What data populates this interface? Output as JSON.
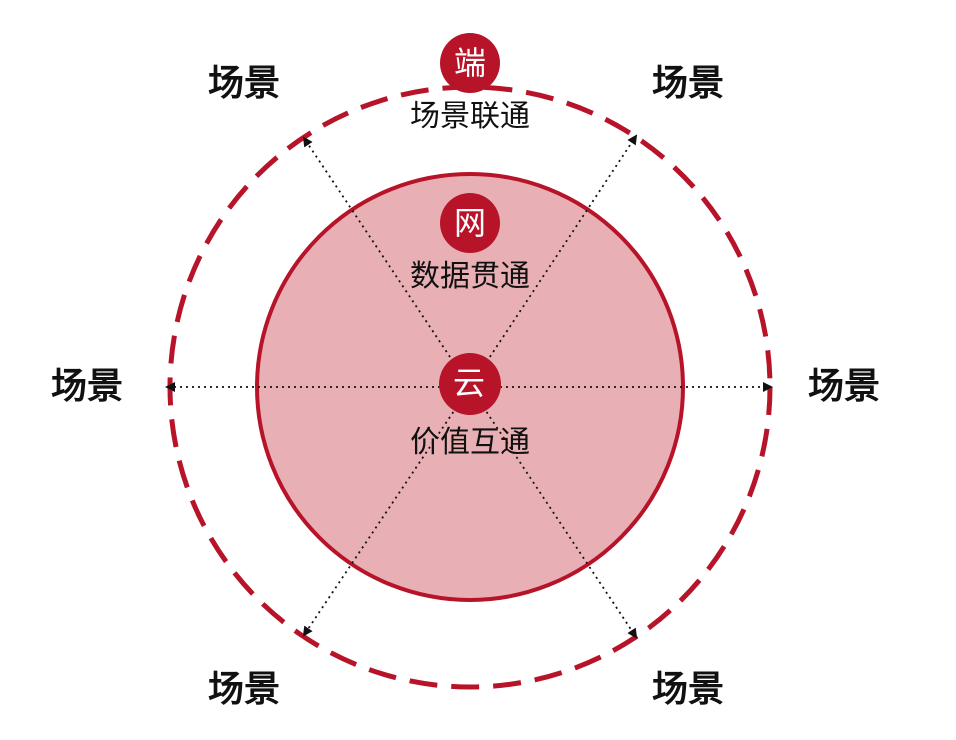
{
  "colors": {
    "accent": "#b7142a",
    "inner_fill": "#e8b0b4",
    "arrow": "#111111",
    "text": "#111111"
  },
  "outer_ring": {
    "badge": "端",
    "caption": "场景联通",
    "style": "dashed"
  },
  "middle_circle": {
    "badge": "网",
    "caption": "数据贯通"
  },
  "center": {
    "badge": "云",
    "caption": "价值互通"
  },
  "scenes": {
    "top_left": "场景",
    "top_right": "场景",
    "left": "场景",
    "right": "场景",
    "bottom_left": "场景",
    "bottom_right": "场景"
  }
}
